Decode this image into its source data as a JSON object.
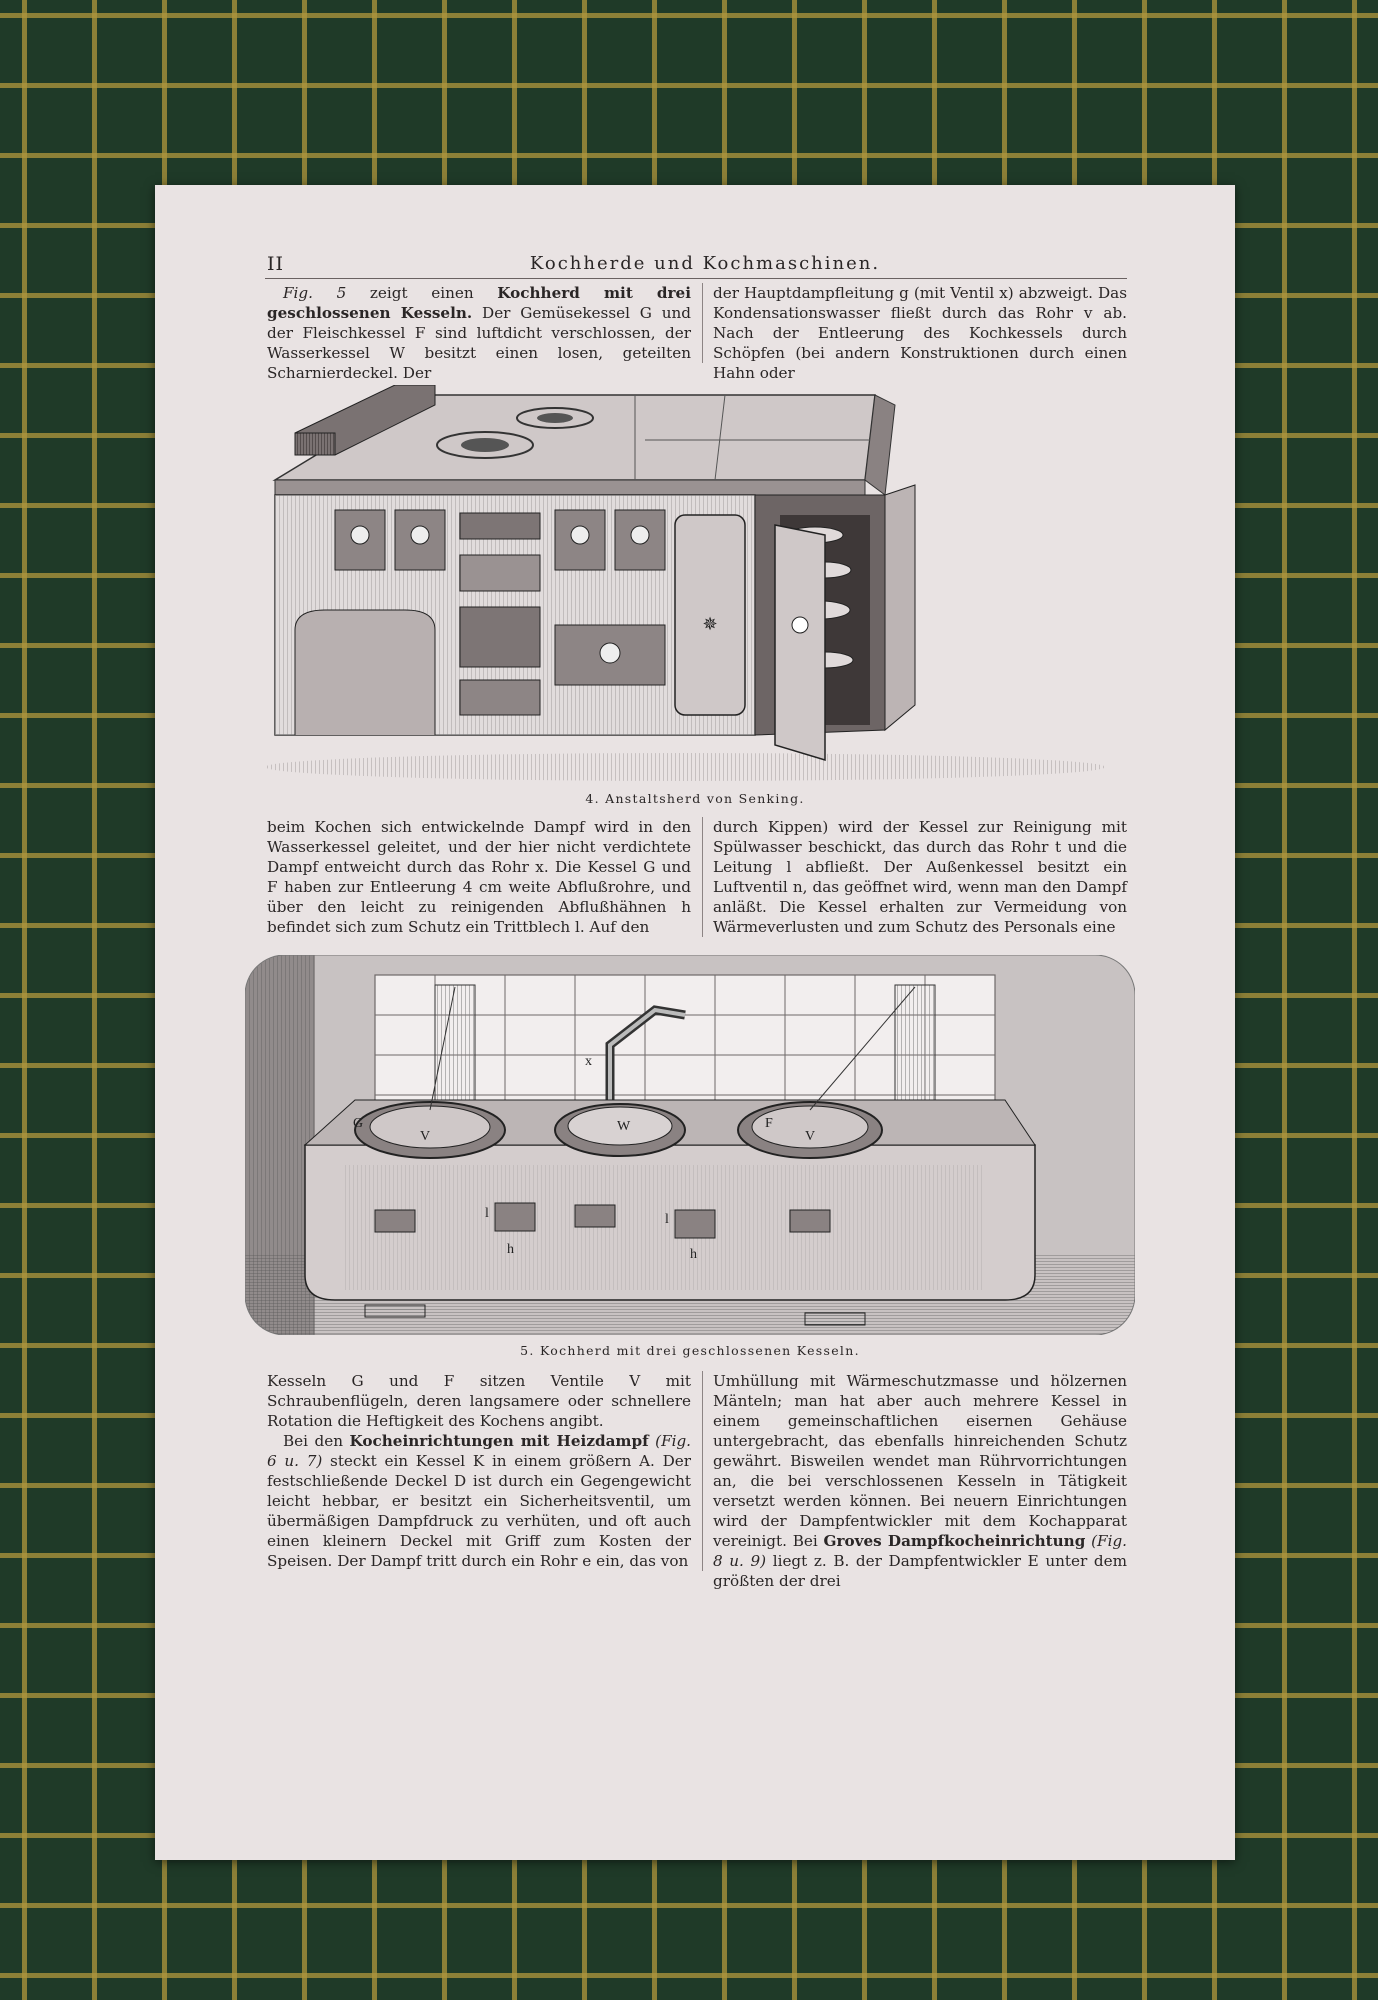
{
  "header": {
    "page_number": "II",
    "running_title": "Kochherde und Kochmaschinen."
  },
  "block1": {
    "left": {
      "figref": "Fig. 5",
      "t1": " zeigt einen ",
      "bold": "Kochherd mit drei geschlossenen Kesseln.",
      "t2": " Der Gemüsekessel G und der Fleischkessel F sind luftdicht verschlossen, der Wasserkessel W besitzt einen losen, geteilten Scharnierdeckel. Der"
    },
    "right": "der Hauptdampfleitung g (mit Ventil x) abzweigt. Das Kondensationswasser fließt durch das Rohr v ab. Nach der Entleerung des Kochkessels durch Schöpfen (bei andern Konstruktionen durch einen Hahn oder"
  },
  "figure4": {
    "caption": "4. Anstaltsherd von Senking."
  },
  "block2": {
    "left": "beim Kochen sich entwickelnde Dampf wird in den Wasserkessel geleitet, und der hier nicht verdichtete Dampf entweicht durch das Rohr x. Die Kessel G und F haben zur Entleerung 4 cm weite Abflußrohre, und über den leicht zu reinigenden Abflußhähnen h befindet sich zum Schutz ein Trittblech l. Auf den",
    "right": "durch Kippen) wird der Kessel zur Reinigung mit Spülwasser beschickt, das durch das Rohr t und die Leitung l abfließt. Der Außenkessel besitzt ein Luftventil n, das geöffnet wird, wenn man den Dampf anläßt. Die Kessel erhalten zur Vermeidung von Wärmeverlusten und zum Schutz des Personals eine"
  },
  "figure5": {
    "caption": "5. Kochherd mit drei geschlossenen Kesseln.",
    "labels": {
      "g": "G",
      "w": "W",
      "f": "F",
      "x": "x",
      "v1": "V",
      "v2": "V",
      "l1": "l",
      "l2": "l",
      "h1": "h",
      "h2": "h"
    }
  },
  "block3": {
    "left": {
      "p1": "Kesseln G und F sitzen Ventile V mit Schraubenflügeln, deren langsamere oder schnellere Rotation die Heftigkeit des Kochens angibt.",
      "p2a": "Bei den ",
      "p2bold": "Kocheinrichtungen mit Heizdampf",
      "p2ref": " (Fig. 6 u. 7)",
      "p2b": " steckt ein Kessel K in einem größern A. Der festschließende Deckel D ist durch ein Gegengewicht leicht hebbar, er besitzt ein Sicherheitsventil, um übermäßigen Dampfdruck zu verhüten, und oft auch einen kleinern Deckel mit Griff zum Kosten der Speisen. Der Dampf tritt durch ein Rohr e ein, das von"
    },
    "right": {
      "t1": "Umhüllung mit Wärmeschutzmasse und hölzernen Mänteln; man hat aber auch mehrere Kessel in einem gemeinschaftlichen eisernen Gehäuse untergebracht, das ebenfalls hinreichenden Schutz gewährt. Bisweilen wendet man Rührvorrichtungen an, die bei verschlossenen Kesseln in Tätigkeit versetzt werden können. Bei neuern Einrichtungen wird der Dampfentwickler mit dem Kochapparat vereinigt. Bei ",
      "bold": "Groves Dampfkocheinrichtung",
      "ref": " (Fig. 8 u. 9)",
      "t2": " liegt z. B. der Dampfentwickler E unter dem größten der drei"
    }
  }
}
